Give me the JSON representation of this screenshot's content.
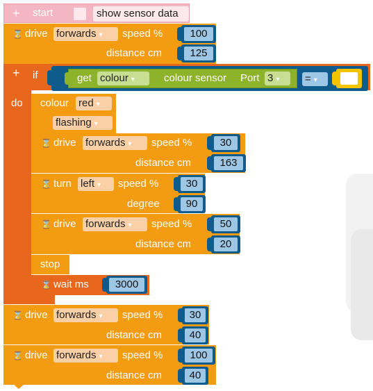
{
  "start": {
    "plus_icon": "+",
    "label": "start",
    "checkbox_checked": false,
    "show_sensor_label": "show sensor data"
  },
  "drive1": {
    "label": "drive",
    "direction": "forwards",
    "speed_label": "speed %",
    "speed": "100",
    "distance_label": "distance cm",
    "distance": "125"
  },
  "if_block": {
    "plus_icon": "+",
    "if_label": "if",
    "do_label": "do",
    "get_label": "get",
    "get_what": "colour",
    "sensor_label": "colour sensor",
    "port_label": "Port",
    "port": "3",
    "operator": "=",
    "compare_colour": "#ffffff"
  },
  "inner": {
    "colour_label": "colour",
    "colour_value": "red",
    "mode": "flashing",
    "drive_a": {
      "label": "drive",
      "direction": "forwards",
      "speed_label": "speed %",
      "speed": "30",
      "distance_label": "distance cm",
      "distance": "163"
    },
    "turn": {
      "label": "turn",
      "direction": "left",
      "speed_label": "speed %",
      "speed": "30",
      "degree_label": "degree",
      "degree": "90"
    },
    "drive_b": {
      "label": "drive",
      "direction": "forwards",
      "speed_label": "speed %",
      "speed": "50",
      "distance_label": "distance cm",
      "distance": "20"
    },
    "stop_label": "stop",
    "wait": {
      "label": "wait ms",
      "value": "3000"
    }
  },
  "drive2": {
    "label": "drive",
    "direction": "forwards",
    "speed_label": "speed %",
    "speed": "30",
    "distance_label": "distance cm",
    "distance": "40"
  },
  "drive3": {
    "label": "drive",
    "direction": "forwards",
    "speed_label": "speed %",
    "speed": "100",
    "distance_label": "distance cm",
    "distance": "40"
  },
  "colors": {
    "orange": "#f39c12",
    "dark_orange": "#e8671c",
    "green": "#8db32b",
    "blue": "#0f5c8c",
    "pink": "#f4b6c2"
  }
}
